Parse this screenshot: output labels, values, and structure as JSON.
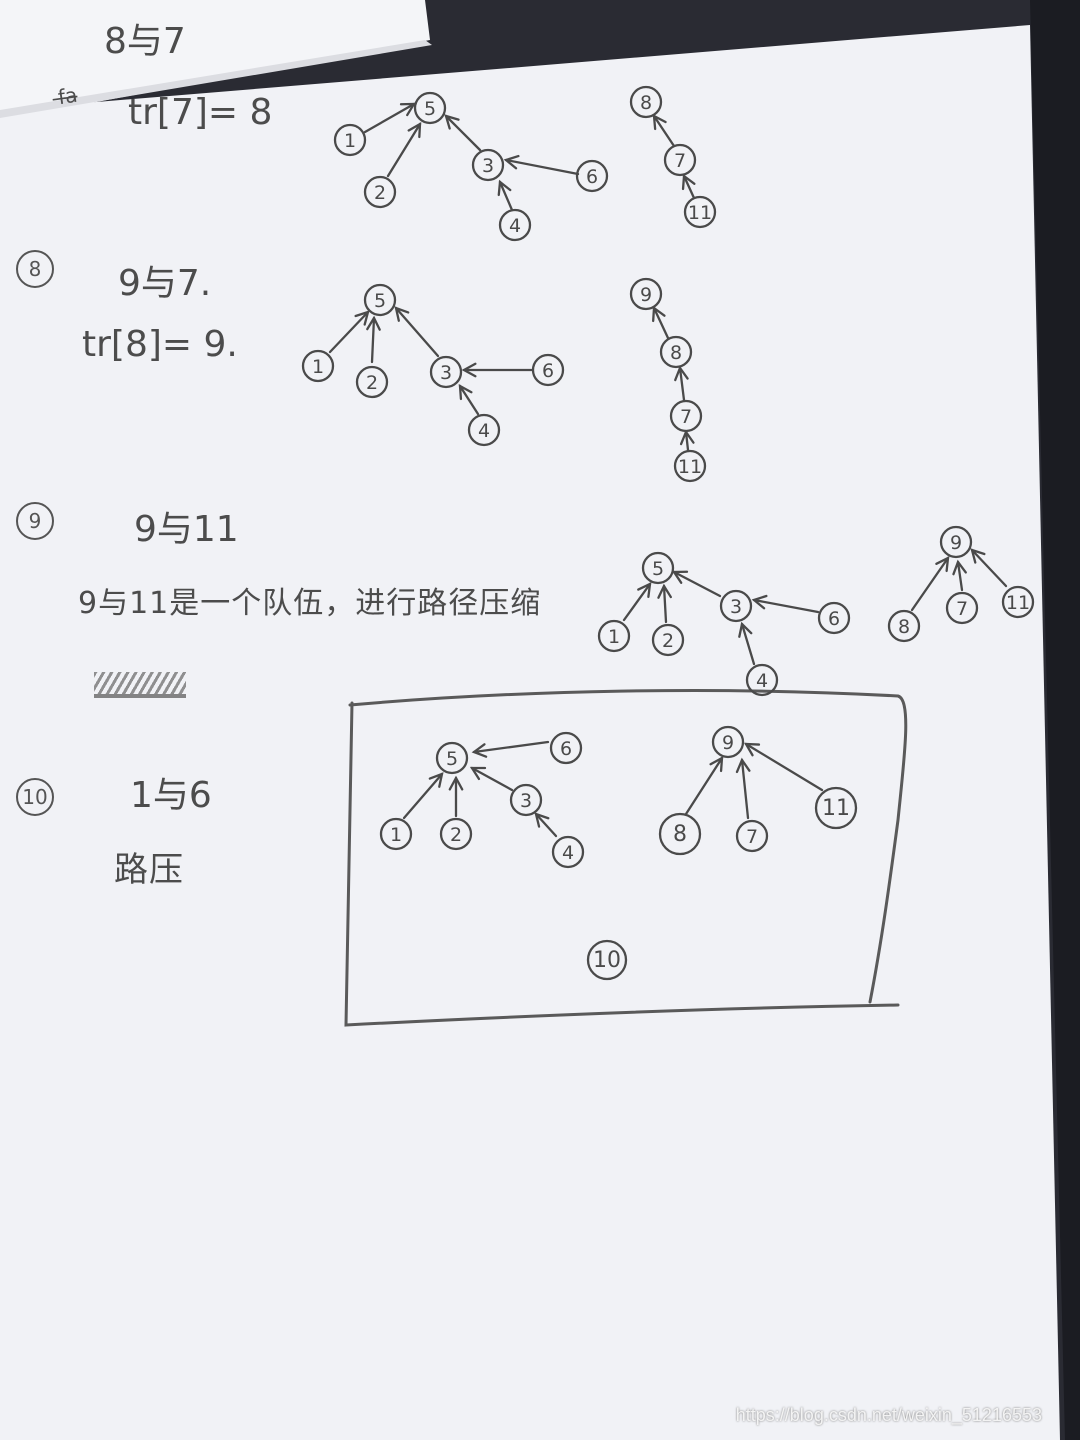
{
  "steps": {
    "s7": {
      "pair": "8与7",
      "assign": "tr[7]= 8"
    },
    "s8": {
      "number": "8",
      "pair": "9与7.",
      "assign": "tr[8]= 9."
    },
    "s9": {
      "number": "9",
      "pair": "9与11",
      "note": "9与11是一个队伍，进行路径压缩"
    },
    "s10": {
      "number": "10",
      "pair": "1与6",
      "note": "路压"
    }
  },
  "diagram_label": "10",
  "watermark": "https://blog.csdn.net/weixin_51216553",
  "colors": {
    "paper": "#f2f3f7",
    "ink": "#4a4a4a",
    "background": "#2a2b33"
  }
}
